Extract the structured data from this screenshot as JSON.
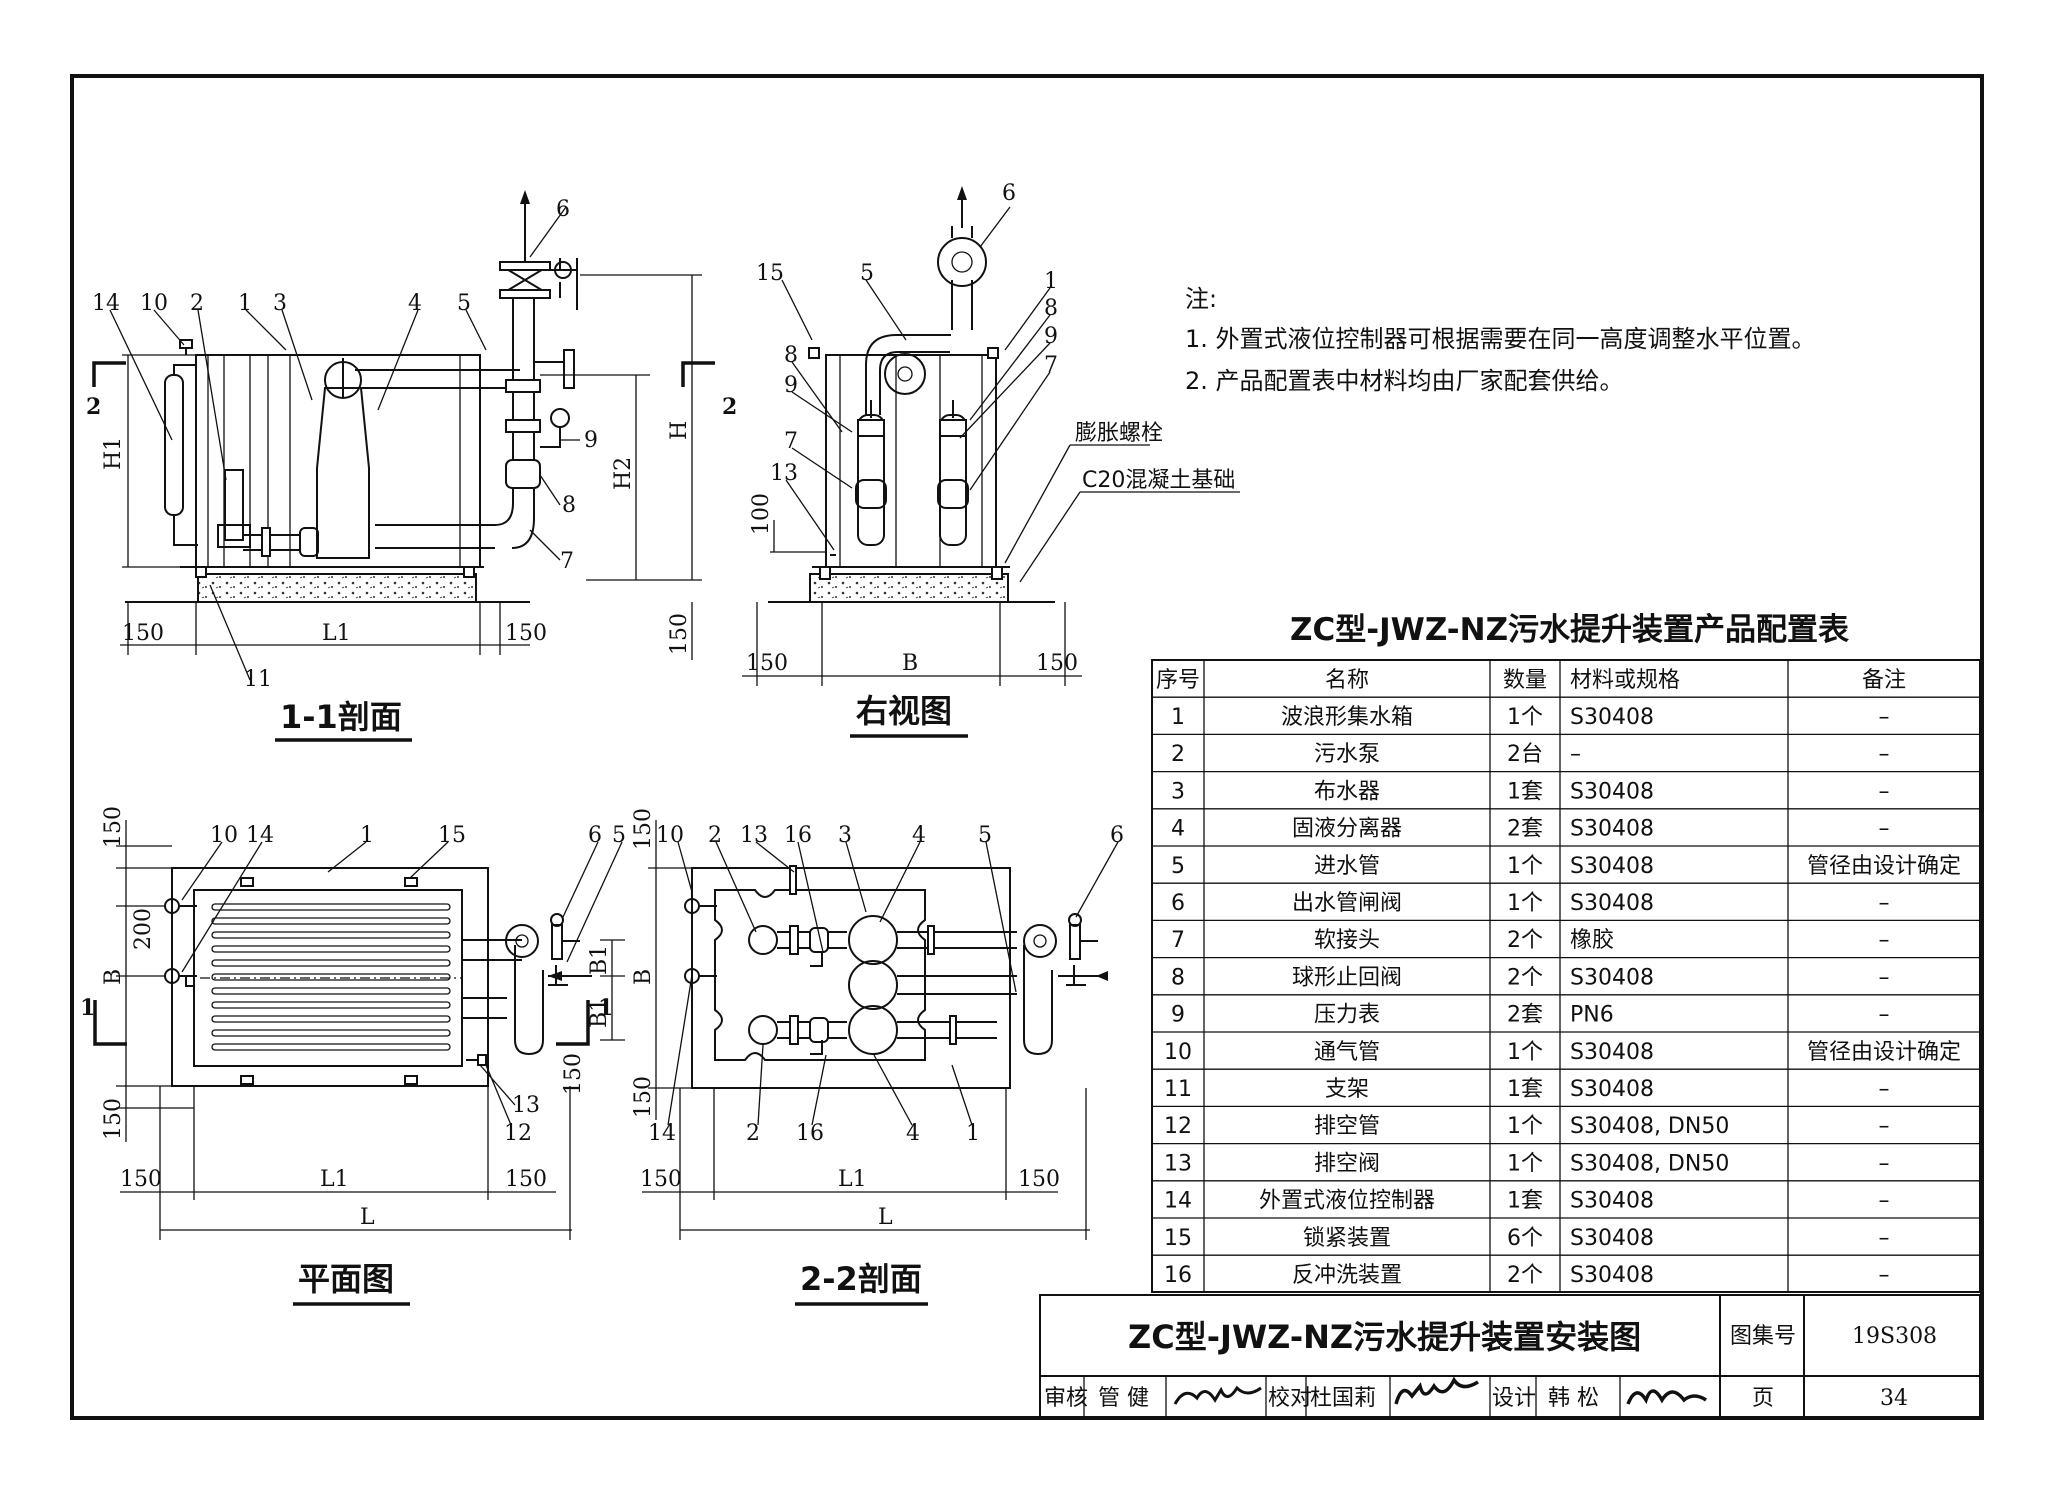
{
  "drawing": {
    "title": "ZC型-JWZ-NZ污水提升装置安装图",
    "atlas_label": "图集号",
    "atlas_no": "19S308",
    "page_label": "页",
    "page_no": "34",
    "sign_row": {
      "review_label": "审核",
      "review_name": "管 健",
      "check_label": "校对",
      "check_name": "杜国莉",
      "design_label": "设计",
      "design_name": "韩 松"
    }
  },
  "notes": {
    "heading": "注:",
    "items": [
      "1. 外置式液位控制器可根据需要在同一高度调整水平位置。",
      "2. 产品配置表中材料均由厂家配套供给。"
    ]
  },
  "views": {
    "section_1_1": {
      "title": "1-1剖面",
      "labels": [
        "14",
        "10",
        "2",
        "1",
        "3",
        "4",
        "5",
        "6",
        "9",
        "8",
        "7",
        "11"
      ],
      "dims": {
        "left": "150",
        "mid": "L1",
        "right": "150",
        "h1": "H1",
        "h2": "H2",
        "h": "H",
        "base": "150"
      },
      "cut_marks": [
        "2",
        "2"
      ]
    },
    "right_view": {
      "title": "右视图",
      "labels": [
        "15",
        "5",
        "6",
        "1",
        "8",
        "9",
        "7",
        "8",
        "9",
        "7",
        "13"
      ],
      "dims": {
        "left": "150",
        "mid": "B",
        "right": "150",
        "h100": "100"
      },
      "callouts": [
        "膨胀螺栓",
        "C20混凝土基础"
      ]
    },
    "plan_view": {
      "title": "平面图",
      "labels": [
        "10",
        "14",
        "1",
        "15",
        "6",
        "5",
        "13",
        "12"
      ],
      "dims": {
        "left": "150",
        "mid": "L1",
        "right": "150",
        "total": "L",
        "top": "150",
        "d200": "200",
        "b": "B",
        "bottom": "150",
        "b1a": "B1",
        "b1b": "B1",
        "side150": "150"
      },
      "cut_marks": [
        "1",
        "1"
      ]
    },
    "section_2_2": {
      "title": "2-2剖面",
      "labels": [
        "10",
        "2",
        "13",
        "16",
        "3",
        "4",
        "5",
        "6",
        "14",
        "2",
        "16",
        "4",
        "1"
      ],
      "dims": {
        "left": "150",
        "mid": "L1",
        "right": "150",
        "total": "L",
        "top": "150",
        "bottom": "150",
        "b": "B"
      }
    }
  },
  "table": {
    "title": "ZC型-JWZ-NZ污水提升装置产品配置表",
    "headers": [
      "序号",
      "名称",
      "数量",
      "材料或规格",
      "备注"
    ],
    "rows": [
      [
        "1",
        "波浪形集水箱",
        "1个",
        "S30408",
        "–"
      ],
      [
        "2",
        "污水泵",
        "2台",
        "–",
        "–"
      ],
      [
        "3",
        "布水器",
        "1套",
        "S30408",
        "–"
      ],
      [
        "4",
        "固液分离器",
        "2套",
        "S30408",
        "–"
      ],
      [
        "5",
        "进水管",
        "1个",
        "S30408",
        "管径由设计确定"
      ],
      [
        "6",
        "出水管闸阀",
        "1个",
        "S30408",
        "–"
      ],
      [
        "7",
        "软接头",
        "2个",
        "橡胶",
        "–"
      ],
      [
        "8",
        "球形止回阀",
        "2个",
        "S30408",
        "–"
      ],
      [
        "9",
        "压力表",
        "2套",
        "PN6",
        "–"
      ],
      [
        "10",
        "通气管",
        "1个",
        "S30408",
        "管径由设计确定"
      ],
      [
        "11",
        "支架",
        "1套",
        "S30408",
        "–"
      ],
      [
        "12",
        "排空管",
        "1个",
        "S30408, DN50",
        "–"
      ],
      [
        "13",
        "排空阀",
        "1个",
        "S30408, DN50",
        "–"
      ],
      [
        "14",
        "外置式液位控制器",
        "1套",
        "S30408",
        "–"
      ],
      [
        "15",
        "锁紧装置",
        "6个",
        "S30408",
        "–"
      ],
      [
        "16",
        "反冲洗装置",
        "2个",
        "S30408",
        "–"
      ]
    ]
  }
}
